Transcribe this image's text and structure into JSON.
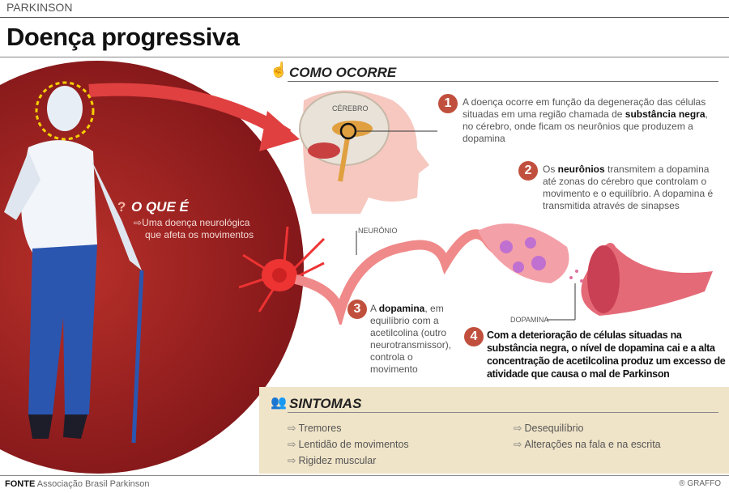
{
  "header": {
    "kicker": "PARKINSON",
    "title": "Doença progressiva"
  },
  "oque": {
    "heading": "O QUE É",
    "text_line1": "Uma doença neurológica",
    "text_line2": "que afeta os movimentos"
  },
  "como": {
    "heading": "COMO OCORRE",
    "brain_label": "CÉREBRO",
    "neuron_label": "NEURÔNIO",
    "dopamine_label": "DOPAMINA",
    "steps": [
      {
        "num": "1",
        "pre": "A doença ocorre em função da degeneração das células situadas em uma região chamada de ",
        "bold": "substância negra",
        "post": ", no cérebro, onde ficam os neurônios que produzem a dopamina"
      },
      {
        "num": "2",
        "pre": "Os ",
        "bold": "neurônios",
        "post": " transmitem a dopamina até zonas do cérebro que controlam o movimento e o equilíbrio. A dopamina é transmitida através de sinapses"
      },
      {
        "num": "3",
        "pre": "A ",
        "bold": "dopamina",
        "post": ", em equilíbrio com a acetilcolina (outro neurotransmissor), controla o movimento"
      },
      {
        "num": "4",
        "text": "Com a deterioração de células situadas na substância negra, o nível de dopamina cai e a alta concentração de acetilcolina produz um excesso de atividade que causa o mal de Parkinson"
      }
    ]
  },
  "sintomas": {
    "heading": "SINTOMAS",
    "col1": [
      "Tremores",
      "Lentidão de movimentos",
      "Rigidez muscular"
    ],
    "col2": [
      "Desequilíbrio",
      "Alterações na fala e na escrita"
    ]
  },
  "footer": {
    "fonte_label": "FONTE",
    "fonte": "Associação Brasil Parkinson",
    "credit": "® GRAFFO"
  },
  "colors": {
    "red": "#c0503d",
    "dark_red": "#8e1a1c",
    "beige": "#f0e4c8"
  }
}
